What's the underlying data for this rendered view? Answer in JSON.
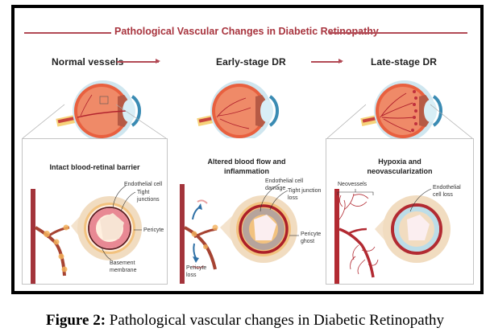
{
  "figure": {
    "title": "Pathological Vascular Changes in Diabetic Retinopathy",
    "accent_color": "#a8343e",
    "stages": [
      {
        "label": "Normal vessels"
      },
      {
        "label": "Early-stage DR"
      },
      {
        "label": "Late-stage DR"
      }
    ],
    "panels": [
      {
        "title": "Intact blood-retinal barrier",
        "labels": [
          "Endothelial cell",
          "Tight junctions",
          "Pericyte",
          "Basement membrane"
        ]
      },
      {
        "title_line1": "Altered blood flow and",
        "title_line2": "inflammation",
        "labels": [
          "Endothelial cell damage",
          "Tight junction loss",
          "Pericyte ghost",
          "Pericyte loss"
        ]
      },
      {
        "title_line1": "Hypoxia and",
        "title_line2": "neovascularization",
        "labels": [
          "Neovessels",
          "Endothelial cell loss"
        ]
      }
    ]
  },
  "caption": {
    "prefix": "Figure 2:",
    "text": " Pathological vascular changes in Diabetic Retinopathy"
  }
}
